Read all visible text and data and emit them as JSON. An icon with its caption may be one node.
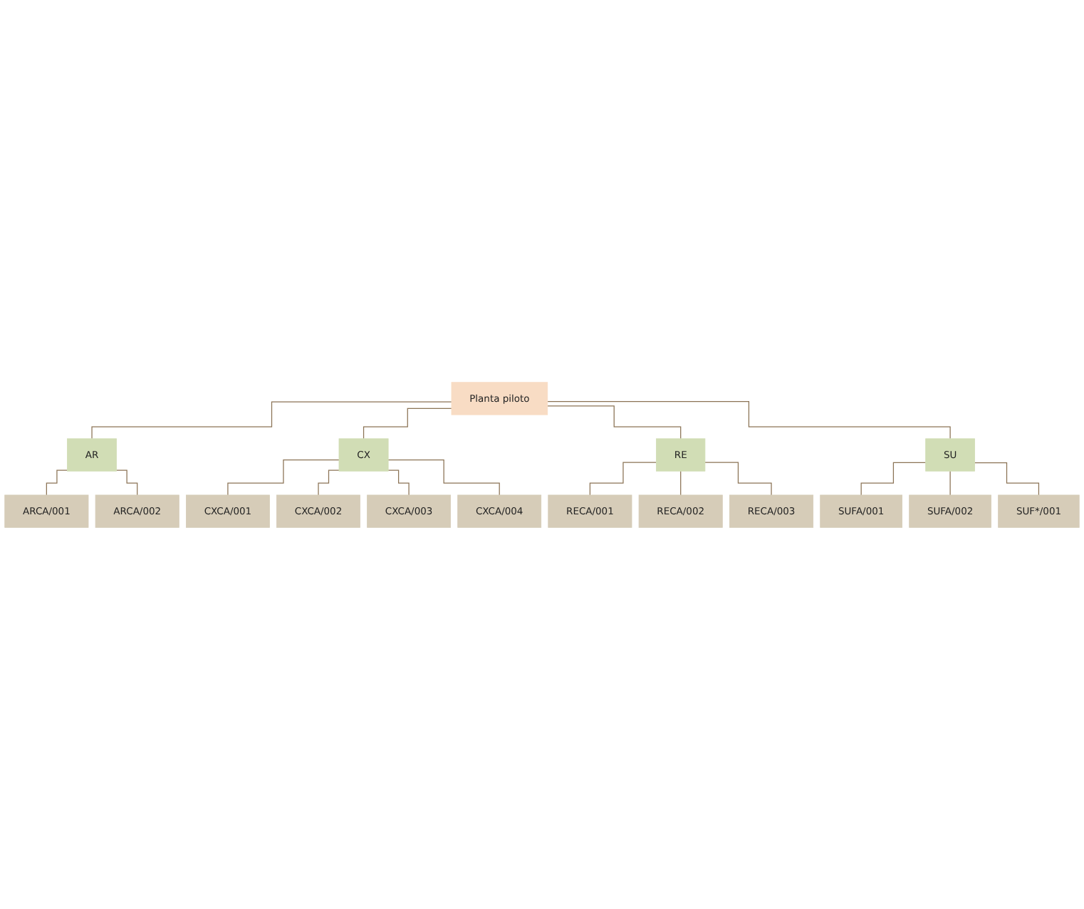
{
  "diagram": {
    "nodes": [
      {
        "text": [
          "Planta piloto"
        ]
      },
      {
        "text": [
          "AR"
        ]
      },
      {
        "text": [
          "CX"
        ]
      },
      {
        "text": [
          "RE"
        ]
      },
      {
        "text": [
          "SU"
        ]
      },
      {
        "text": [
          "ARCA/001"
        ]
      },
      {
        "text": [
          "ARCA/002"
        ]
      },
      {
        "text": [
          "CXCA/001"
        ]
      },
      {
        "text": [
          "CXCA/002"
        ]
      },
      {
        "text": [
          "CXCA/003"
        ]
      },
      {
        "text": [
          "CXCA/004"
        ]
      },
      {
        "text": [
          "RECA/001"
        ]
      },
      {
        "text": [
          "RECA/002"
        ]
      },
      {
        "text": [
          "RECA/003"
        ]
      },
      {
        "text": [
          "SUFA/001"
        ]
      },
      {
        "text": [
          "SUFA/002"
        ]
      },
      {
        "text": [
          "SUF*/001"
        ]
      }
    ],
    "edges": [
      {
        "from": 0,
        "to": 1,
        "arrow": "none"
      },
      {
        "from": 0,
        "to": 2,
        "arrow": "none"
      },
      {
        "from": 0,
        "to": 3,
        "arrow": "none"
      },
      {
        "from": 0,
        "to": 4,
        "arrow": "none"
      },
      {
        "from": 1,
        "to": 5,
        "arrow": "none"
      },
      {
        "from": 1,
        "to": 6,
        "arrow": "none"
      },
      {
        "from": 2,
        "to": 7,
        "arrow": "none"
      },
      {
        "from": 2,
        "to": 8,
        "arrow": "none"
      },
      {
        "from": 2,
        "to": 9,
        "arrow": "none"
      },
      {
        "from": 2,
        "to": 10,
        "arrow": "none"
      },
      {
        "from": 3,
        "to": 11,
        "arrow": "none"
      },
      {
        "from": 3,
        "to": 12,
        "arrow": "none"
      },
      {
        "from": 3,
        "to": 13,
        "arrow": "none"
      },
      {
        "from": 4,
        "to": 14,
        "arrow": "none"
      },
      {
        "from": 4,
        "to": 15,
        "arrow": "none"
      },
      {
        "from": 4,
        "to": 16,
        "arrow": "none"
      }
    ]
  }
}
